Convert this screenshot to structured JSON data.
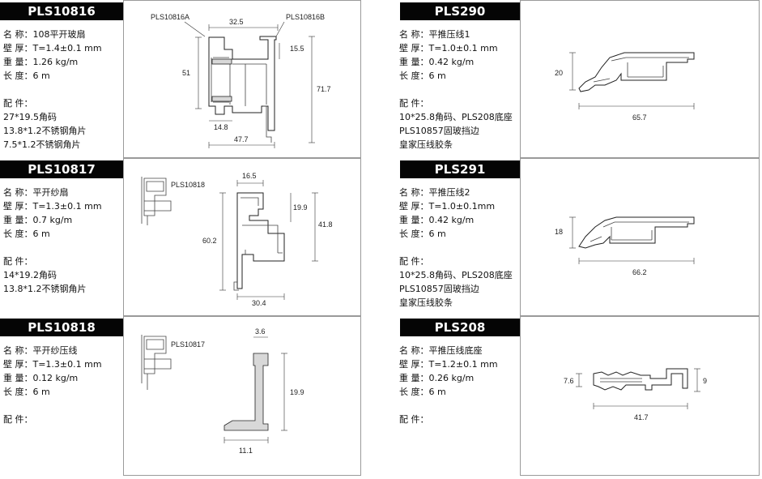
{
  "left": [
    {
      "title": "PLS10816",
      "name": "名 称：108平开玻扇",
      "thickness": "壁 厚：T=1.4±0.1 mm",
      "weight": "重 量：1.26 kg/m",
      "length": "长 度：6 m",
      "accessories_label": "配 件：",
      "accessories": [
        "27*19.5角码",
        "13.8*1.2不锈钢角片",
        "7.5*1.2不锈钢角片"
      ],
      "drawing": {
        "labels": [
          "PLS10816A",
          "PLS10816B"
        ],
        "dims": [
          "32.5",
          "15.5",
          "51",
          "71.7",
          "14.8",
          "47.7"
        ]
      }
    },
    {
      "title": "PLS10817",
      "name": "名 称：平开纱扇",
      "thickness": "壁 厚：T=1.3±0.1 mm",
      "weight": "重 量：0.7 kg/m",
      "length": "长 度：6 m",
      "accessories_label": "配 件：",
      "accessories": [
        "14*19.2角码",
        "13.8*1.2不锈钢角片"
      ],
      "drawing": {
        "labels": [
          "PLS10818"
        ],
        "dims": [
          "16.5",
          "19.9",
          "41.8",
          "60.2",
          "30.4"
        ]
      }
    },
    {
      "title": "PLS10818",
      "name": "名 称：平开纱压线",
      "thickness": "壁 厚：T=1.3±0.1 mm",
      "weight": "重 量：0.12 kg/m",
      "length": "长 度：6 m",
      "accessories_label": "配 件：",
      "accessories": [],
      "drawing": {
        "labels": [
          "PLS10817"
        ],
        "dims": [
          "3.6",
          "19.9",
          "11.1"
        ]
      }
    }
  ],
  "right": [
    {
      "title": "PLS290",
      "name": "名 称：平推压线1",
      "thickness": "壁 厚：T=1.0±0.1 mm",
      "weight": "重 量：0.42 kg/m",
      "length": "长 度：6 m",
      "accessories_label": "配 件：",
      "accessories": [
        "10*25.8角码、PLS208底座",
        "PLS10857固玻挡边",
        "皇家压线胶条"
      ],
      "drawing": {
        "dims": [
          "20",
          "65.7"
        ]
      }
    },
    {
      "title": "PLS291",
      "name": "名 称：平推压线2",
      "thickness": "壁 厚：T=1.0±0.1mm",
      "weight": "重 量：0.42 kg/m",
      "length": "长 度：6 m",
      "accessories_label": "配 件：",
      "accessories": [
        "10*25.8角码、PLS208底座",
        "PLS10857固玻挡边",
        "皇家压线胶条"
      ],
      "drawing": {
        "dims": [
          "18",
          "66.2"
        ]
      }
    },
    {
      "title": "PLS208",
      "name": "名 称：平推压线底座",
      "thickness": "壁 厚：T=1.2±0.1 mm",
      "weight": "重 量：0.26 kg/m",
      "length": "长 度：6 m",
      "accessories_label": "配 件：",
      "accessories": [],
      "drawing": {
        "dims": [
          "7.6",
          "9",
          "41.7"
        ]
      }
    }
  ]
}
